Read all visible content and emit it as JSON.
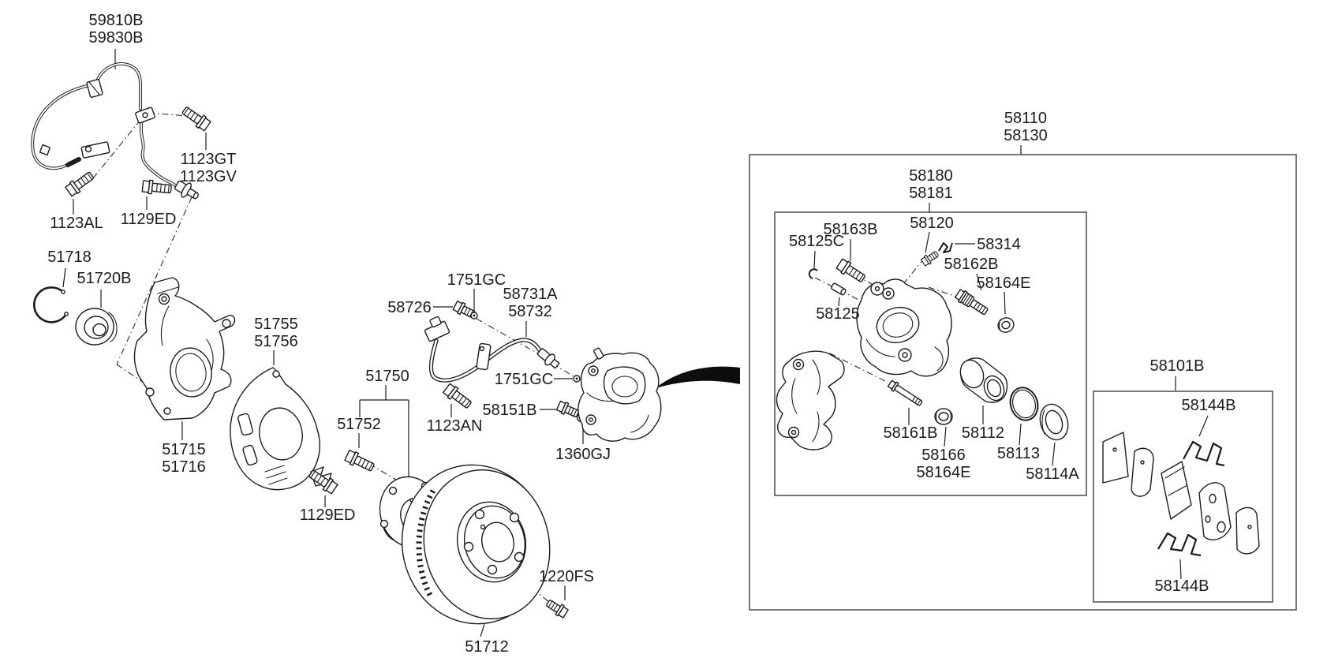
{
  "diagram": {
    "type": "exploded-parts-diagram",
    "subject": "front-axle-brake-assembly",
    "colors": {
      "background": "#ffffff",
      "line": "#1c1c1c",
      "box_border": "#4a4a4a",
      "arrow_fill": "#0d0d0d"
    }
  },
  "labels": {
    "speed_sensor_a": "59810B",
    "speed_sensor_b": "59830B",
    "bolt_1123gt": "1123GT",
    "bolt_1123gv": "1123GV",
    "bolt_1123al": "1123AL",
    "bolt_1129ed_sensor": "1129ED",
    "snap_ring": "51718",
    "wheel_bearing": "51720B",
    "dust_cover_a": "51755",
    "dust_cover_b": "51756",
    "knuckle_a": "51715",
    "knuckle_b": "51716",
    "bolt_1129ed_shield": "1129ED",
    "hub_assy": "51750",
    "hub_bolt": "51752",
    "bolt_1123an": "1123AN",
    "bolt_58726": "58726",
    "clip_1751gc_a": "1751GC",
    "brake_hose_a": "58731A",
    "brake_hose_b": "58732",
    "clip_1751gc_b": "1751GC",
    "bolt_58151b": "58151B",
    "fitting_1360gj": "1360GJ",
    "bolt_1220fs": "1220FS",
    "disc_rotor": "51712",
    "caliper_assy_a": "58110",
    "caliper_assy_b": "58130",
    "caliper_sub_a": "58180",
    "caliper_sub_b": "58181",
    "bolt_58163b": "58163B",
    "clip_58125c": "58125C",
    "bleeder_58120": "58120",
    "clip_58314": "58314",
    "guide_58162b": "58162B",
    "ring_58164e_a": "58164E",
    "pin_58125": "58125",
    "rod_58161b": "58161B",
    "nut_58166": "58166",
    "ring_58164e_b": "58164E",
    "piston_58112": "58112",
    "seal_58113": "58113",
    "boot_58114a": "58114A",
    "pad_kit": "58101B",
    "pad_spring_a": "58144B",
    "pad_spring_b": "58144B"
  }
}
